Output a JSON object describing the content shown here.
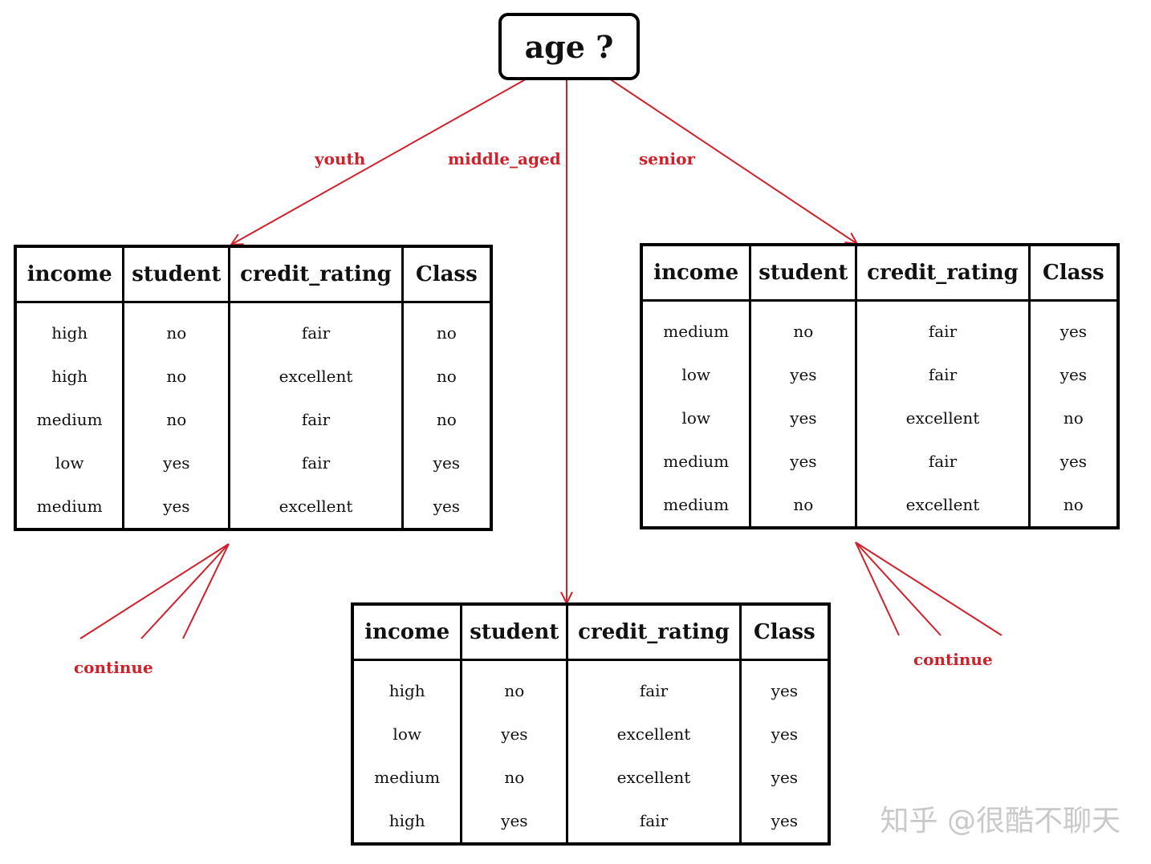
{
  "root": {
    "label": "age ?"
  },
  "branches": {
    "youth": "youth",
    "middle_aged": "middle_aged",
    "senior": "senior"
  },
  "continue_labels": [
    "continue",
    "continue"
  ],
  "tables": {
    "youth": {
      "headers": [
        "income",
        "student",
        "credit_rating",
        "Class"
      ],
      "rows": [
        [
          "high",
          "no",
          "fair",
          "no"
        ],
        [
          "high",
          "no",
          "excellent",
          "no"
        ],
        [
          "medium",
          "no",
          "fair",
          "no"
        ],
        [
          "low",
          "yes",
          "fair",
          "yes"
        ],
        [
          "medium",
          "yes",
          "excellent",
          "yes"
        ]
      ]
    },
    "middle_aged": {
      "headers": [
        "income",
        "student",
        "credit_rating",
        "Class"
      ],
      "rows": [
        [
          "high",
          "no",
          "fair",
          "yes"
        ],
        [
          "low",
          "yes",
          "excellent",
          "yes"
        ],
        [
          "medium",
          "no",
          "excellent",
          "yes"
        ],
        [
          "high",
          "yes",
          "fair",
          "yes"
        ]
      ]
    },
    "senior": {
      "headers": [
        "income",
        "student",
        "credit_rating",
        "Class"
      ],
      "rows": [
        [
          "medium",
          "no",
          "fair",
          "yes"
        ],
        [
          "low",
          "yes",
          "fair",
          "yes"
        ],
        [
          "low",
          "yes",
          "excellent",
          "no"
        ],
        [
          "medium",
          "yes",
          "fair",
          "yes"
        ],
        [
          "medium",
          "no",
          "excellent",
          "no"
        ]
      ]
    }
  },
  "watermark": "知乎 @很酷不聊天",
  "colors": {
    "edge": "#d0202a",
    "border": "#000000"
  }
}
